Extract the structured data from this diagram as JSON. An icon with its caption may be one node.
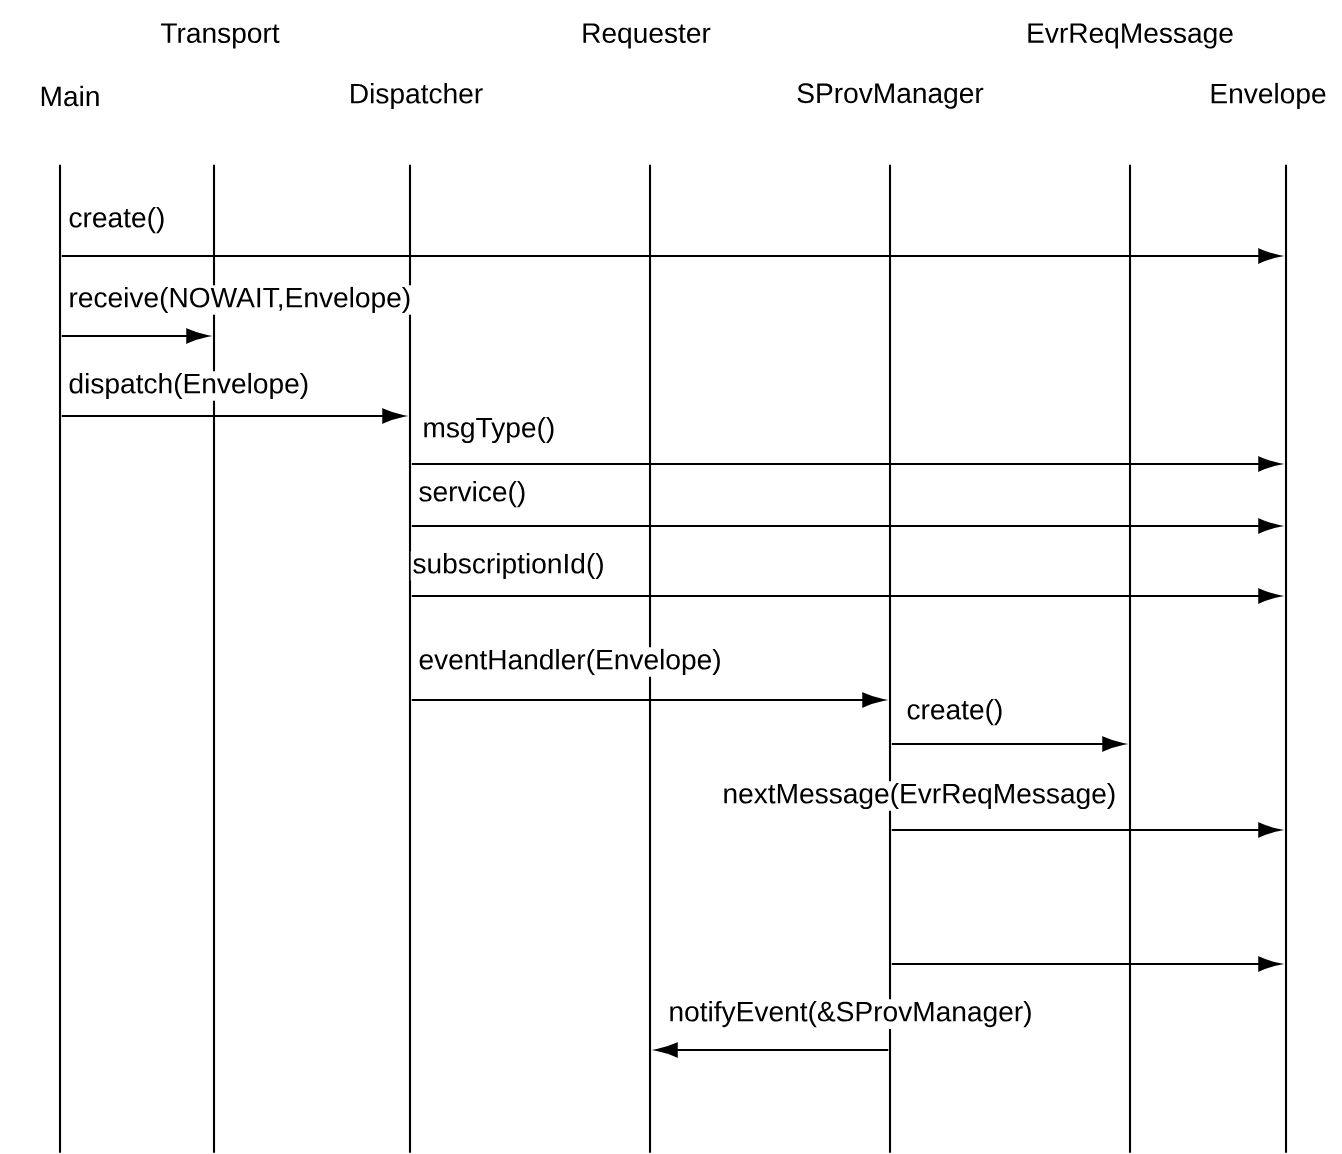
{
  "diagram": {
    "nodes": [
      {
        "text": [
          "Main"
        ]
      },
      {
        "text": [
          "Transport"
        ]
      },
      {
        "text": [
          "Dispatcher"
        ]
      },
      {
        "text": [
          "Requester"
        ]
      },
      {
        "text": [
          "SProvManager"
        ]
      },
      {
        "text": [
          "EvrReqMessage"
        ]
      },
      {
        "text": [
          "Envelope"
        ]
      }
    ],
    "edges": [
      {
        "from": 0,
        "to": 6,
        "arrow": "to",
        "label": "create()"
      },
      {
        "from": 0,
        "to": 1,
        "arrow": "to",
        "label": "receive(NOWAIT,Envelope)"
      },
      {
        "from": 0,
        "to": 2,
        "arrow": "to",
        "label": "dispatch(Envelope)"
      },
      {
        "from": 2,
        "to": 6,
        "arrow": "to",
        "label": "msgType()"
      },
      {
        "from": 2,
        "to": 6,
        "arrow": "to",
        "label": "service()"
      },
      {
        "from": 2,
        "to": 6,
        "arrow": "to",
        "label": "subscriptionId()"
      },
      {
        "from": 2,
        "to": 4,
        "arrow": "to",
        "label": "eventHandler(Envelope)"
      },
      {
        "from": 4,
        "to": 5,
        "arrow": "to",
        "label": "create()"
      },
      {
        "from": 4,
        "to": 6,
        "arrow": "to",
        "label": "nextMessage(EvrReqMessage)"
      },
      {
        "from": 4,
        "to": 6,
        "arrow": "to"
      },
      {
        "from": 4,
        "to": 3,
        "arrow": "to",
        "label": "notifyEvent(&SProvManager)"
      }
    ]
  }
}
